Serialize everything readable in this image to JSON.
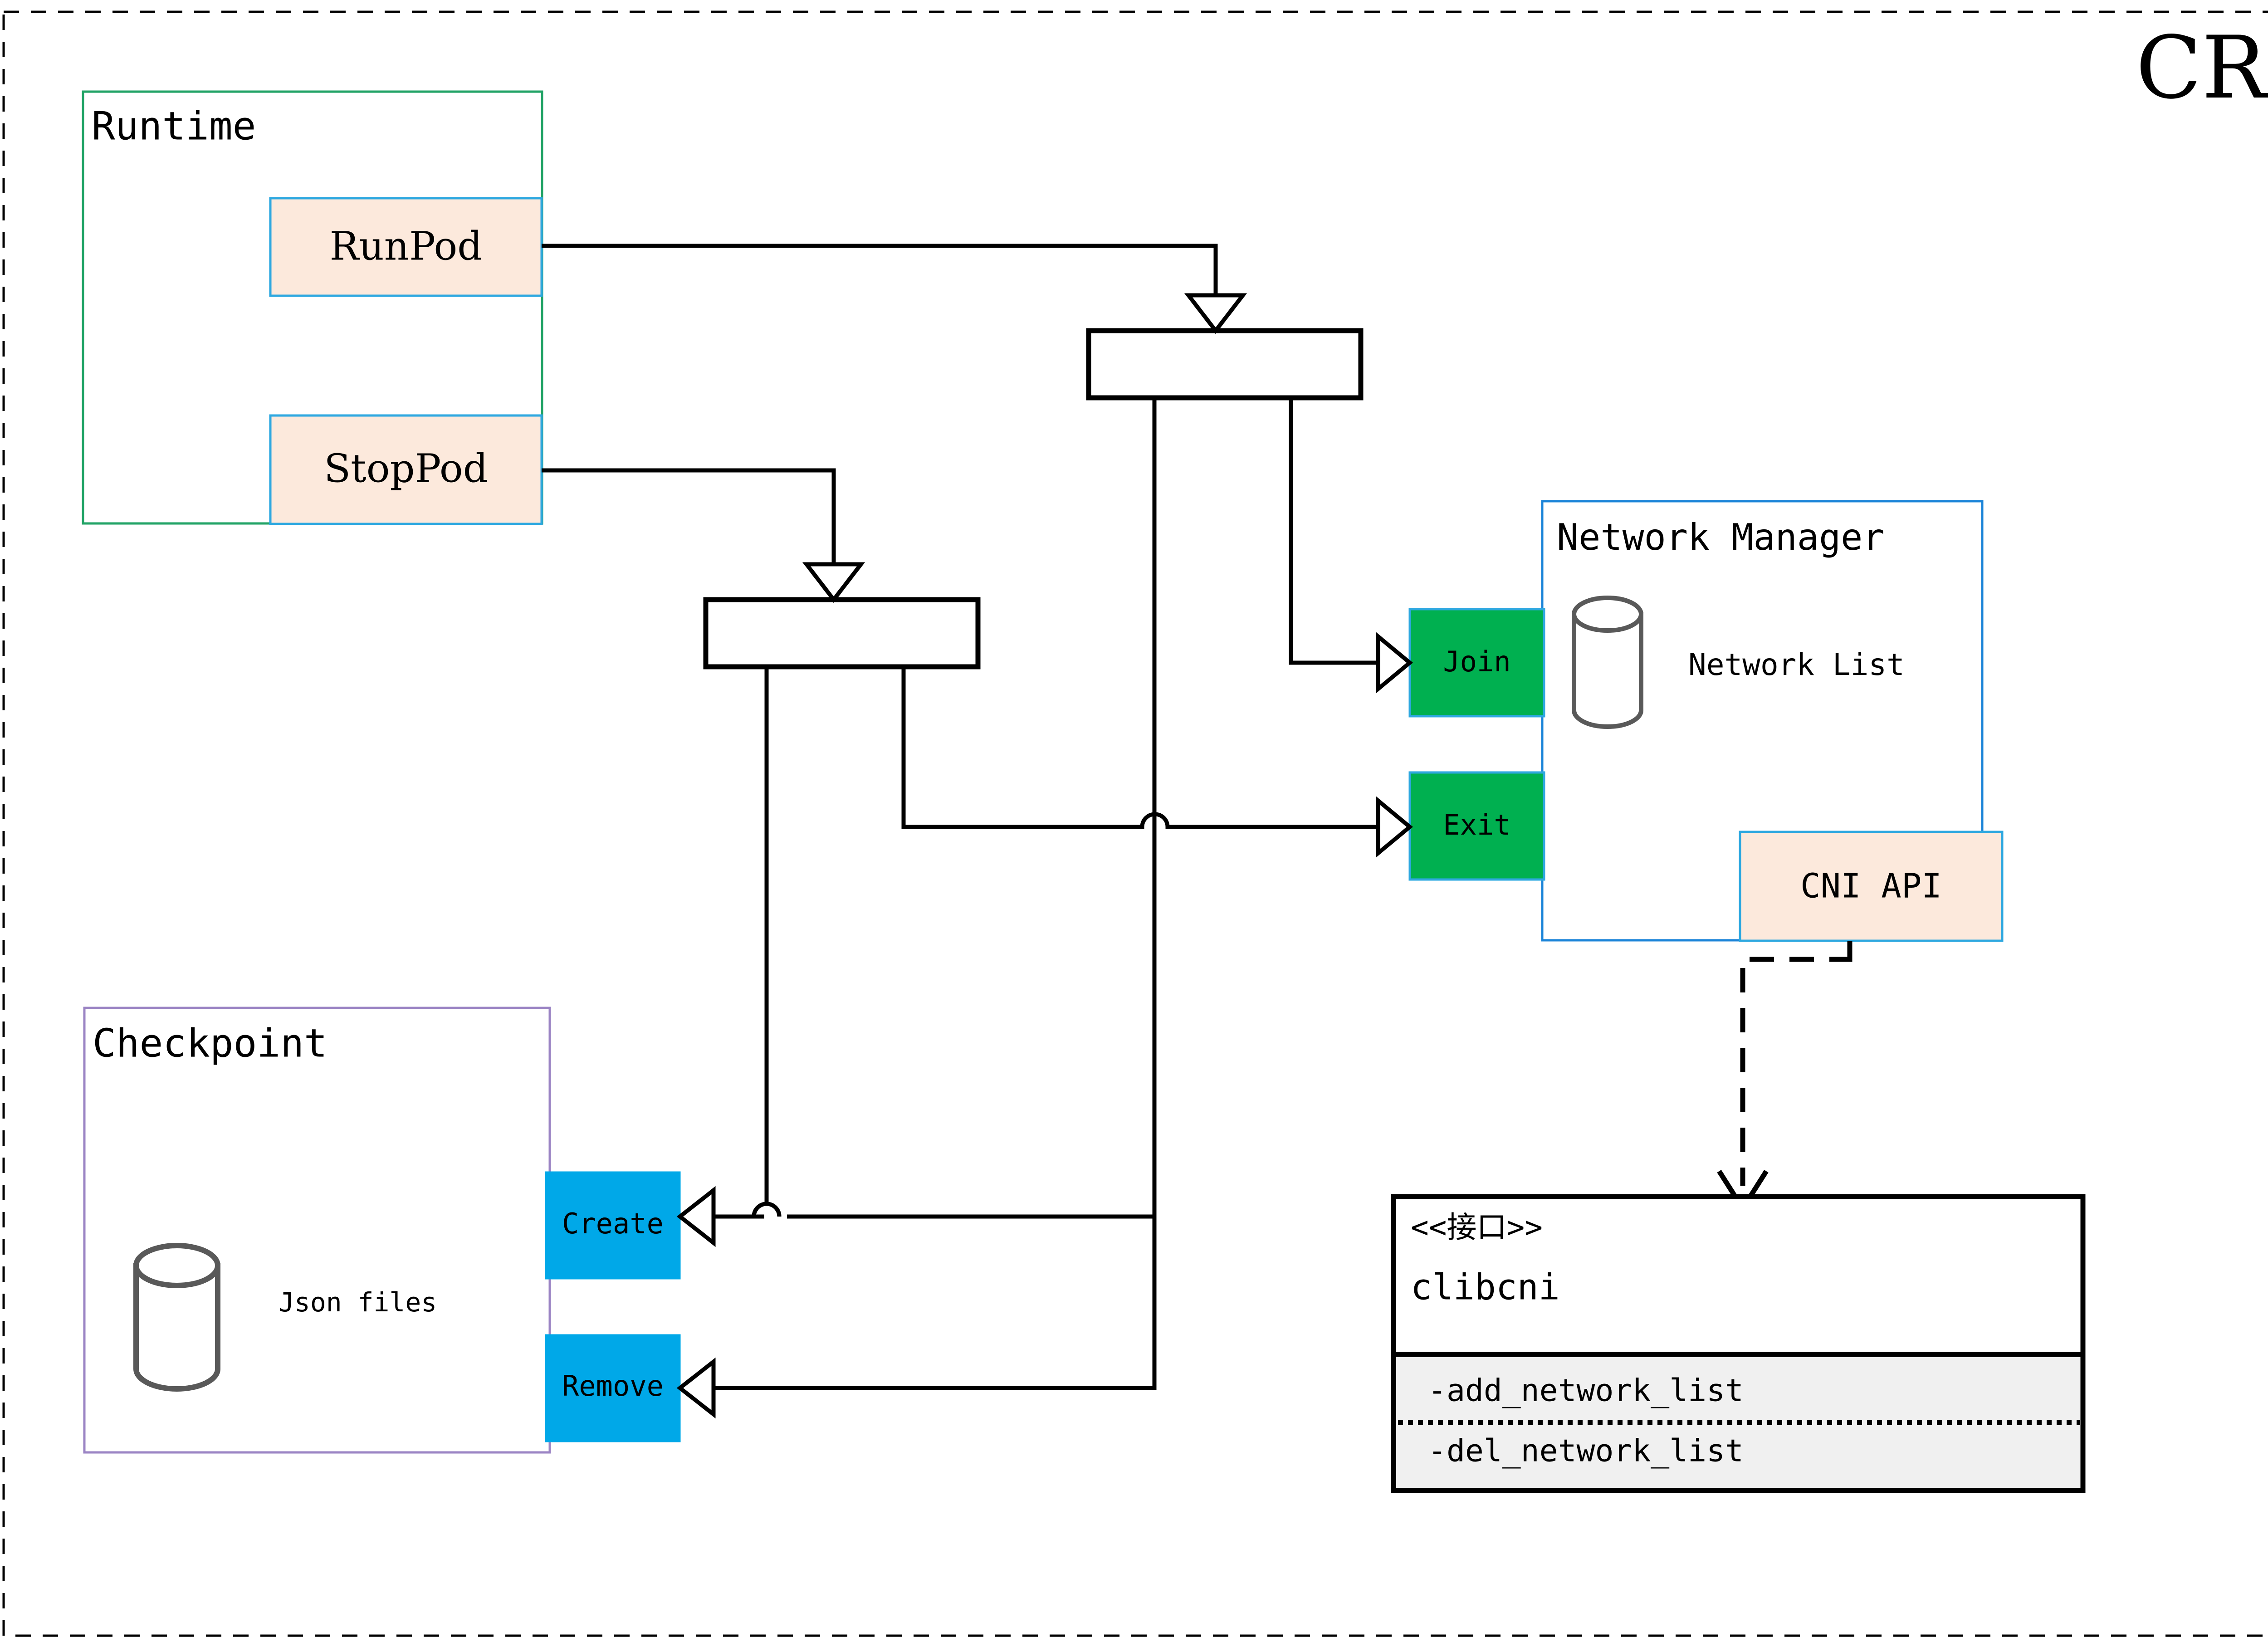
{
  "title": {
    "text": "CRI",
    "color": "#7F6000"
  },
  "colors": {
    "outer_border": "#000000",
    "runtime_border": "#21A366",
    "pod_border": "#2EA8E0",
    "pod_fill": "#FCE9DC",
    "netmgr_border": "#1B84D8",
    "green_node": "#00B050",
    "cyan_node": "#00A8E8",
    "checkpoint_border": "#9B84C4",
    "cylinder_stroke": "#595959",
    "interface_fill": "#F0F0F0",
    "line": "#000000"
  },
  "groups": {
    "runtime": {
      "label": "Runtime",
      "nodes": [
        {
          "label": "RunPod"
        },
        {
          "label": "StopPod"
        }
      ]
    },
    "checkpoint": {
      "label": "Checkpoint",
      "store_label": "Json files",
      "nodes": [
        {
          "label": "Create"
        },
        {
          "label": "Remove"
        }
      ]
    },
    "network_manager": {
      "label": "Network Manager",
      "store_label": "Network List",
      "api_label": "CNI API",
      "nodes": [
        {
          "label": "Join"
        },
        {
          "label": "Exit"
        }
      ]
    }
  },
  "interface_box": {
    "stereotype": "<<接口>>",
    "name": "clibcni",
    "methods": [
      "-add_network_list",
      "-del_network_list"
    ]
  }
}
